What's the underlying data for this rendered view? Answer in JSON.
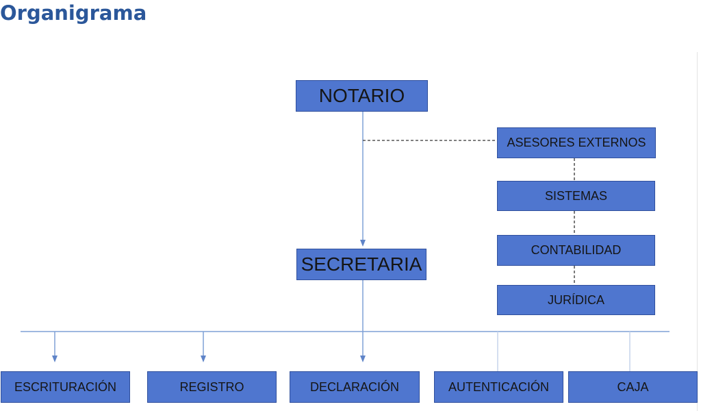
{
  "title": "Organigrama",
  "nodes": {
    "notario": "NOTARIO",
    "secretaria": "SECRETARIA",
    "asesores_externos": "ASESORES EXTERNOS",
    "sistemas": "SISTEMAS",
    "contabilidad": "CONTABILIDAD",
    "juridica": "JURÍDICA",
    "escrituracion": "ESCRITURACIÓN",
    "registro": "REGISTRO",
    "declaracion": "DECLARACIÓN",
    "autenticacion": "AUTENTICACIÓN",
    "caja": "CAJA"
  },
  "colors": {
    "title": "#2b579a",
    "box_fill": "#4f76cf",
    "box_border": "#2f4f9c",
    "connector": "#7fa0d6",
    "dashed": "#333333"
  }
}
